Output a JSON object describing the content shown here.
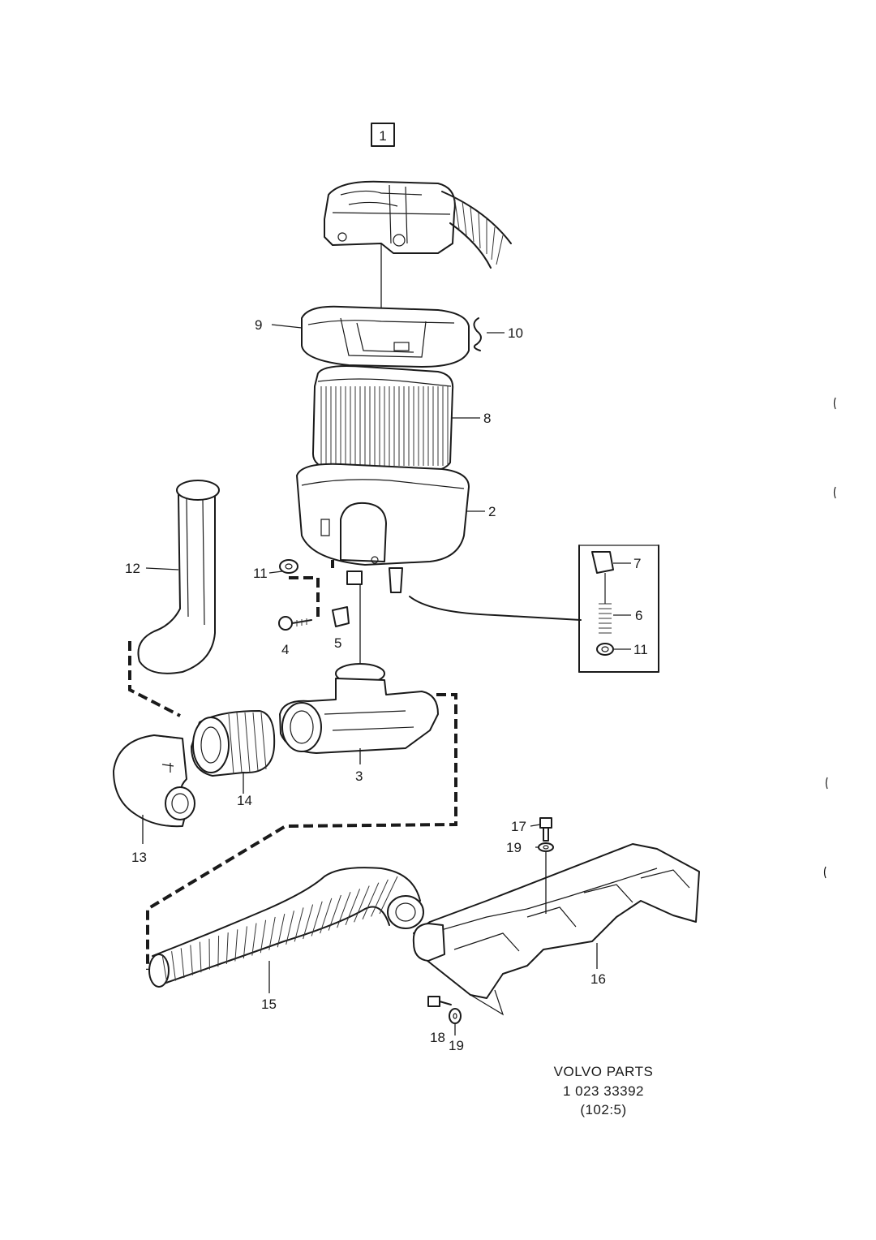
{
  "group_ref": "1",
  "callouts": {
    "c2": "2",
    "c3": "3",
    "c4": "4",
    "c5": "5",
    "c6": "6",
    "c7": "7",
    "c8": "8",
    "c9": "9",
    "c10": "10",
    "c11a": "11",
    "c11b": "11",
    "c12": "12",
    "c13": "13",
    "c14": "14",
    "c15": "15",
    "c16": "16",
    "c17": "17",
    "c18": "18",
    "c19a": "19",
    "c19b": "19"
  },
  "footer": {
    "line1": "VOLVO PARTS",
    "line2": "1 023  33392",
    "line3": "(102:5)"
  },
  "colors": {
    "ink": "#1a1a1a",
    "paper": "#ffffff"
  }
}
